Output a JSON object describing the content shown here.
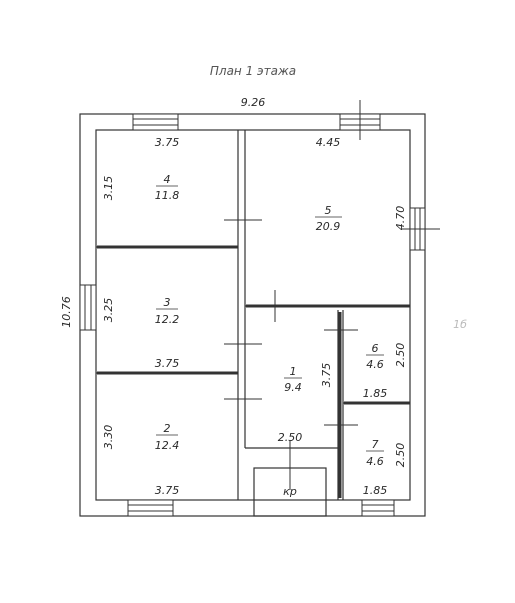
{
  "title": "План 1 этажа",
  "overall": {
    "width": "9.26",
    "height": "10.76"
  },
  "rooms": [
    {
      "number": "4",
      "area": "11.8",
      "width": "3.75",
      "height": "3.15"
    },
    {
      "number": "5",
      "area": "20.9",
      "width": "4.45",
      "height": "4.70"
    },
    {
      "number": "3",
      "area": "12.2",
      "width": "3.75",
      "height": "3.25"
    },
    {
      "number": "1",
      "area": "9.4",
      "width": "2.50",
      "height": "3.75"
    },
    {
      "number": "6",
      "area": "4.6",
      "width": "1.85",
      "height": "2.50"
    },
    {
      "number": "2",
      "area": "12.4",
      "width": "3.75",
      "height": "3.30"
    },
    {
      "number": "7",
      "area": "4.6",
      "width": "1.85",
      "height": "2.50"
    }
  ],
  "porch": {
    "label": "кр"
  },
  "margin_note": "1б"
}
